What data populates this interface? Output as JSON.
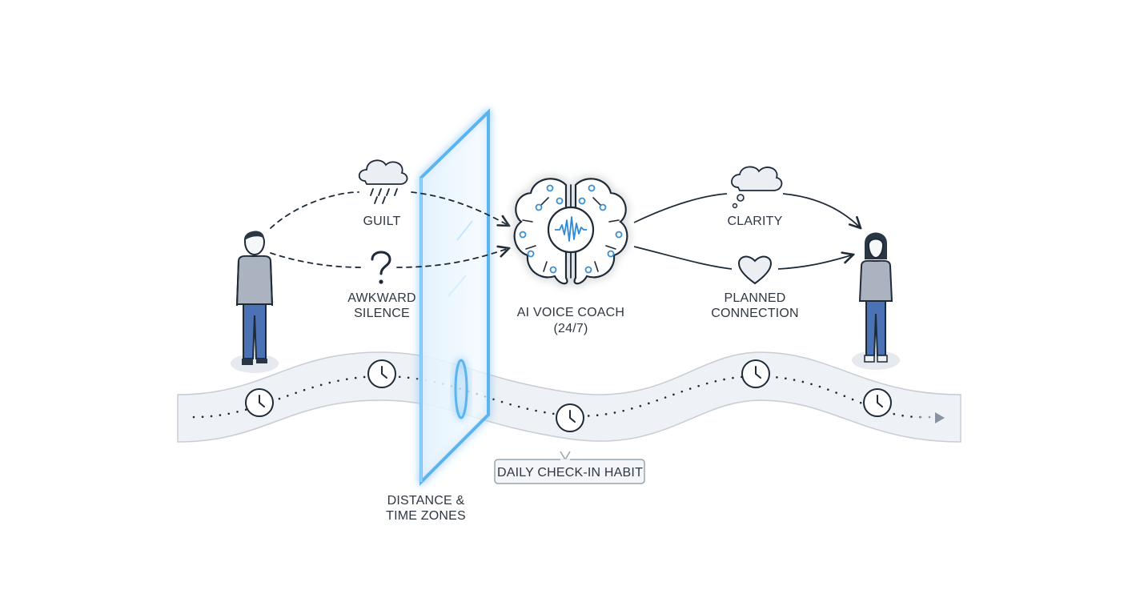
{
  "labels": {
    "guilt": "GUILT",
    "awkward_1": "AWKWARD",
    "awkward_2": "SILENCE",
    "coach_1": "AI VOICE COACH",
    "coach_2": "(24/7)",
    "clarity": "CLARITY",
    "planned_1": "PLANNED",
    "planned_2": "CONNECTION",
    "distance_1": "DISTANCE &",
    "distance_2": "TIME ZONES",
    "habit": "DAILY CHECK-IN HABIT"
  },
  "icons": {
    "guilt": "rain-cloud-icon",
    "awkward": "question-mark-icon",
    "coach": "brain-waveform-icon",
    "clarity": "thought-bubble-icon",
    "connection": "heart-icon",
    "clock": "clock-icon"
  },
  "colors": {
    "ink": "#1f2a38",
    "barrier_glow": "#5ab4f0",
    "road": "#eef1f5",
    "person_top": "#aab3bf",
    "person_pants": "#4a72b5"
  }
}
